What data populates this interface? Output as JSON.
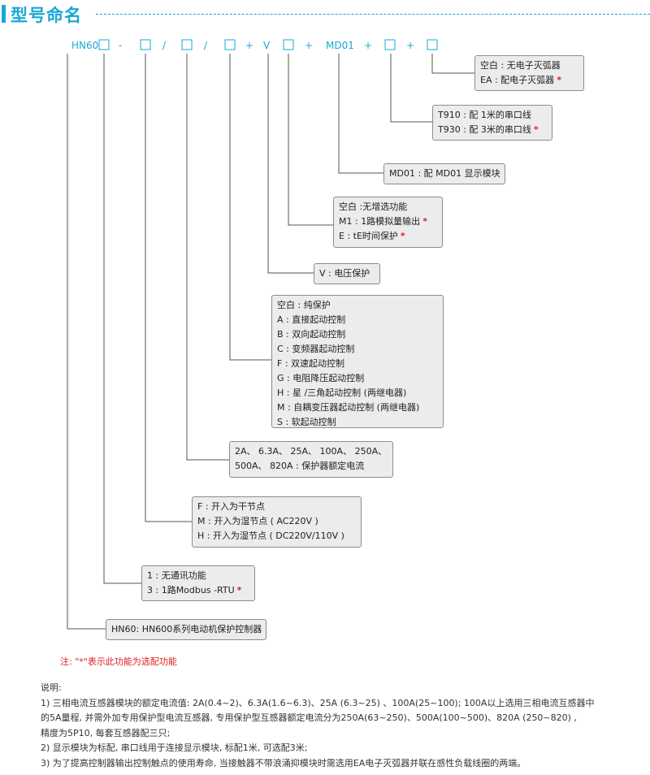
{
  "header": {
    "title": "型号命名"
  },
  "model_code": {
    "tokens": [
      "HN60",
      "-",
      "/",
      "/",
      "+",
      "V",
      "+",
      "MD01",
      "+",
      "+"
    ]
  },
  "boxes": {
    "arc": {
      "lines": [
        "空白 : 无电子灭弧器",
        "EA :    配电子灭弧器"
      ],
      "stars": [
        false,
        true
      ]
    },
    "serial": {
      "lines": [
        "T910 : 配 1米的串口线",
        "T930 : 配 3米的串口线"
      ],
      "stars": [
        false,
        true
      ]
    },
    "display": {
      "lines": [
        "MD01 : 配 MD01 显示模块"
      ],
      "stars": [
        false
      ]
    },
    "extra": {
      "lines": [
        "空白 :无增选功能",
        "M1 : 1路模拟量输出",
        "E :   tE时间保护"
      ],
      "stars": [
        false,
        true,
        true
      ]
    },
    "voltage": {
      "lines": [
        "V : 电压保护"
      ],
      "stars": [
        false
      ]
    },
    "control": {
      "lines": [
        "空白 :  纯保护",
        "A : 直接起动控制",
        "B : 双向起动控制",
        "C : 变频器起动控制",
        "F : 双速起动控制",
        "G : 电阻降压起动控制",
        "H : 星 /三角起动控制 (两继电器)",
        "M : 自耦变压器起动控制 (两继电器)",
        "S : 软起动控制"
      ],
      "stars": [
        false,
        false,
        false,
        false,
        false,
        false,
        false,
        false,
        false
      ]
    },
    "current": {
      "lines": [
        "2A、 6.3A、 25A、 100A、 250A、",
        "500A、 820A : 保护器额定电流"
      ],
      "stars": [
        false,
        false
      ]
    },
    "input": {
      "lines": [
        "F : 开入为干节点",
        "M : 开入为湿节点 ( AC220V )",
        "H : 开入为湿节点 ( DC220V/110V )"
      ],
      "stars": [
        false,
        false,
        false
      ]
    },
    "comm": {
      "lines": [
        "1 : 无通讯功能",
        "3 : 1路Modbus -RTU"
      ],
      "stars": [
        false,
        true
      ]
    },
    "base": {
      "lines": [
        "HN60: HN600系列电动机保护控制器"
      ],
      "stars": [
        false
      ]
    }
  },
  "star_symbol": "*",
  "note": "注: \"*\"表示此功能为选配功能",
  "description": {
    "heading": "说明:",
    "lines": [
      "1) 三相电流互感器模块的额定电流值: 2A(0.4~2)、6.3A(1.6~6.3)、25A (6.3~25) 、100A(25~100); 100A以上选用三相电流互感器中",
      "的5A量程, 并需外加专用保护型电流互感器, 专用保护型互感器额定电流分为250A(63~250)、500A(100~500)、820A (250~820) ,",
      "精度为5P10, 每套互感器配三只;",
      "2) 显示模块为标配, 串口线用于连接显示模块, 标配1米, 可选配3米;",
      "3) 为了提高控制器输出控制触点的使用寿命, 当接触器不带浪涌抑模块时需选用EA电子灭弧器并联在感性负载线圈的两端。"
    ]
  },
  "colors": {
    "accent": "#1aa7d6",
    "star": "#e02020",
    "box_bg": "#ececec",
    "box_border": "#8c8c8c",
    "line": "#555555"
  }
}
